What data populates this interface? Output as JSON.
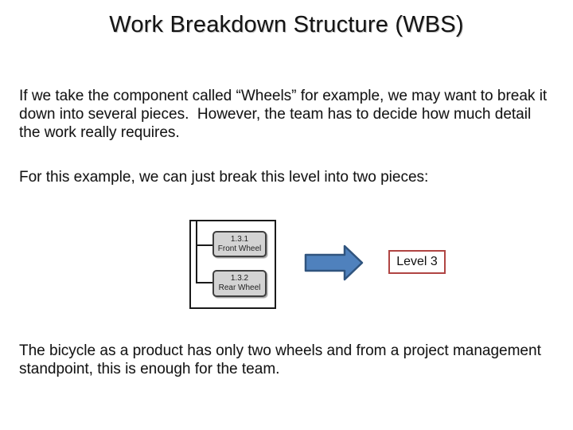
{
  "slide": {
    "title": "Work Breakdown Structure (WBS)",
    "paragraphs": {
      "p1": "If we take the component called “Wheels” for example, we may want to break it down into several pieces.  However, the team has to decide how much detail the work really requires.",
      "p2": "For this example, we can just break this level into two pieces:",
      "p3": "The bicycle as a product has only two wheels and from a project management standpoint, this is enough for the team."
    }
  },
  "diagram": {
    "nodes": [
      {
        "code": "1.3.1",
        "label": "Front Wheel"
      },
      {
        "code": "1.3.2",
        "label": "Rear Wheel"
      }
    ],
    "arrow_icon": "right-block-arrow",
    "level_label": "Level 3",
    "colors": {
      "node_fill": "#d3d3d3",
      "node_border": "#3f3f3f",
      "connector": "#1a1a1a",
      "arrow_fill": "#4f81bd",
      "arrow_border": "#30547e",
      "level_box_border": "#b04543"
    }
  }
}
